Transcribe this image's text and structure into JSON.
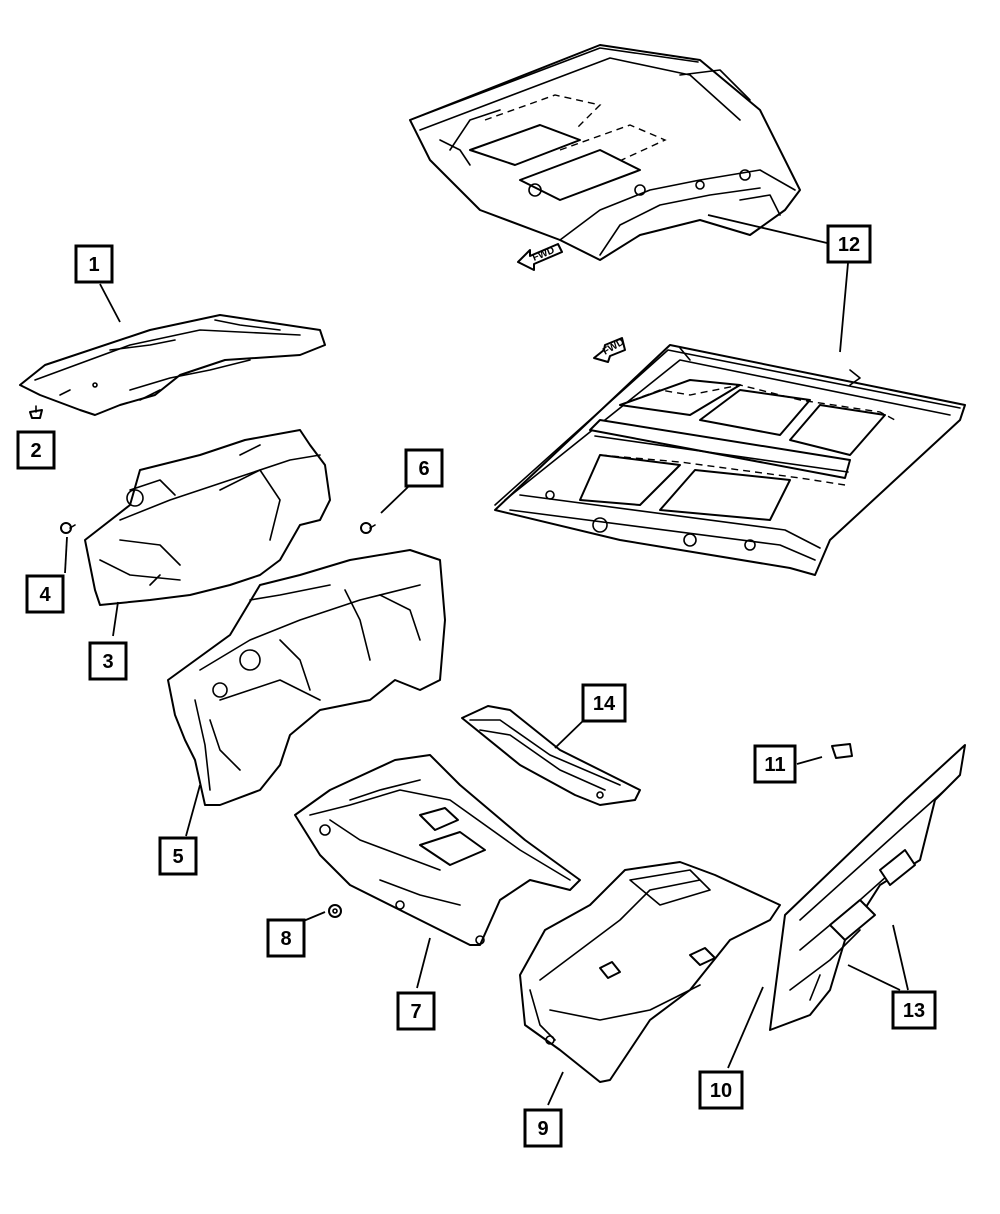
{
  "diagram": {
    "callouts": [
      {
        "id": "1",
        "label": "1"
      },
      {
        "id": "2",
        "label": "2"
      },
      {
        "id": "3",
        "label": "3"
      },
      {
        "id": "4",
        "label": "4"
      },
      {
        "id": "5",
        "label": "5"
      },
      {
        "id": "6",
        "label": "6"
      },
      {
        "id": "7",
        "label": "7"
      },
      {
        "id": "8",
        "label": "8"
      },
      {
        "id": "9",
        "label": "9"
      },
      {
        "id": "10",
        "label": "10"
      },
      {
        "id": "11",
        "label": "11"
      },
      {
        "id": "12",
        "label": "12"
      },
      {
        "id": "13",
        "label": "13"
      },
      {
        "id": "14",
        "label": "14"
      }
    ],
    "direction_labels": {
      "fwd_top": "FWD",
      "fwd_mid": "FWD"
    }
  }
}
